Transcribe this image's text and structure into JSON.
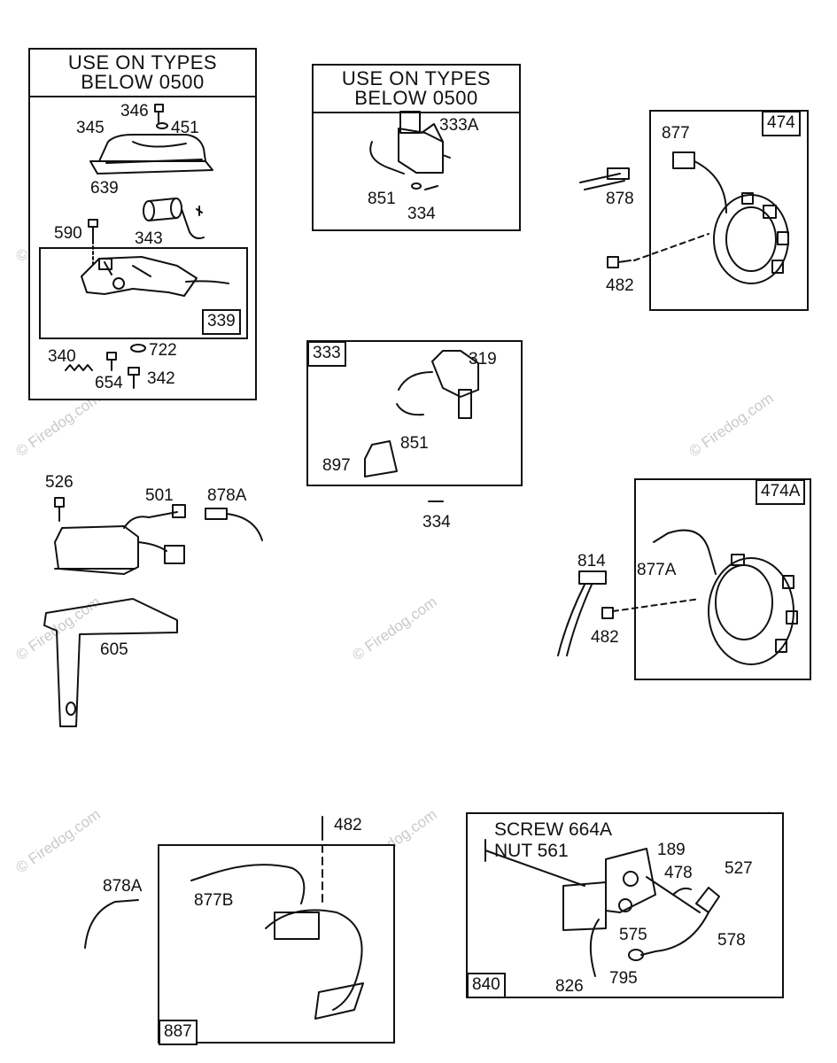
{
  "watermark": "© Firedog.com",
  "panels": {
    "tl": {
      "header_line1": "USE ON TYPES",
      "header_line2": "BELOW 0500",
      "tag": "339"
    },
    "tc": {
      "header_line1": "USE ON TYPES",
      "header_line2": "BELOW 0500"
    },
    "mc": {
      "tag": "333"
    },
    "tr": {
      "tag": "474"
    },
    "mr": {
      "tag": "474A"
    },
    "bc": {
      "tag": "887"
    },
    "br": {
      "tag": "840",
      "note_line1": "SCREW 664A",
      "note_line2": "NUT 561"
    }
  },
  "parts": {
    "p346": "346",
    "p451": "451",
    "p345": "345",
    "p639": "639",
    "p343": "343",
    "p590": "590",
    "p340": "340",
    "p722": "722",
    "p654": "654",
    "p342": "342",
    "p333a": "333A",
    "p851a": "851",
    "p334a": "334",
    "p877": "877",
    "p878": "878",
    "p482a": "482",
    "p319": "319",
    "p851b": "851",
    "p897": "897",
    "p334b": "334",
    "p526": "526",
    "p501": "501",
    "p878a1": "878A",
    "p605": "605",
    "p814": "814",
    "p877a": "877A",
    "p482b": "482",
    "p482c": "482",
    "p878a2": "878A",
    "p877b": "877B",
    "p189": "189",
    "p478": "478",
    "p527": "527",
    "p575": "575",
    "p578": "578",
    "p795": "795",
    "p826": "826"
  }
}
